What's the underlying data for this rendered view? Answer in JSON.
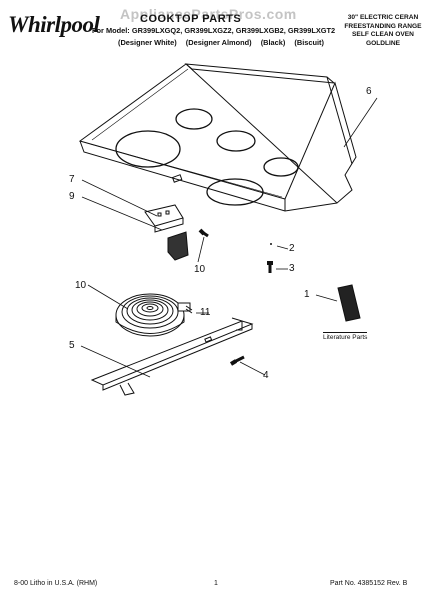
{
  "header": {
    "brand": "Whirlpool",
    "watermark": "AppliancePartsPros.com",
    "title": "COOKTOP PARTS",
    "models": "For Model: GR399LXGQ2, GR399LXGZ2, GR399LXGB2, GR399LXGT2",
    "variants": [
      "(Designer White)",
      "(Designer Almond)",
      "(Black)",
      "(Biscuit)"
    ],
    "product_lines": [
      "30\" ELECTRIC CERAN",
      "FREESTANDING RANGE",
      "SELF CLEAN OVEN",
      "GOLDLINE"
    ]
  },
  "callouts": [
    "1",
    "2",
    "3",
    "4",
    "5",
    "6",
    "7",
    "9",
    "10",
    "10",
    "11"
  ],
  "literature_label": "Literature Parts",
  "footer": {
    "litho": "8-00 Litho in U.S.A. (RHM)",
    "page": "1",
    "part_no": "Part No. 4385152 Rev. B"
  }
}
